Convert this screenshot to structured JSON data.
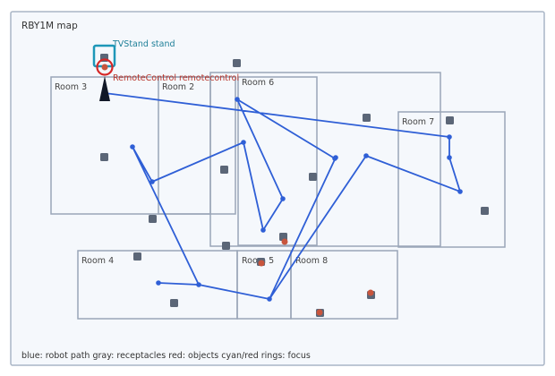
{
  "map": {
    "title": "RBY1M map",
    "legend": "blue: robot path  gray: receptacles  red: objects  cyan/red rings: focus",
    "colors": {
      "background": "#f5f8fc",
      "frame": "#aab6c6",
      "room": "#9aa6b8",
      "path": "#2f5fd6",
      "receptacle": "#5b6677",
      "object": "#c8553d",
      "focus_receptacle": "#1e97b8",
      "focus_object": "#d62828",
      "robot": "#111827"
    },
    "rooms": [
      {
        "name": "Room 3"
      },
      {
        "name": "Room 2"
      },
      {
        "name": "Room 6"
      },
      {
        "name": "Room 7"
      },
      {
        "name": "Room 4"
      },
      {
        "name": "Room 5"
      },
      {
        "name": "Room 8"
      }
    ],
    "focus": {
      "receptacle_label": "TVStand stand",
      "object_label": "RemoteControl remotecontrol"
    }
  }
}
